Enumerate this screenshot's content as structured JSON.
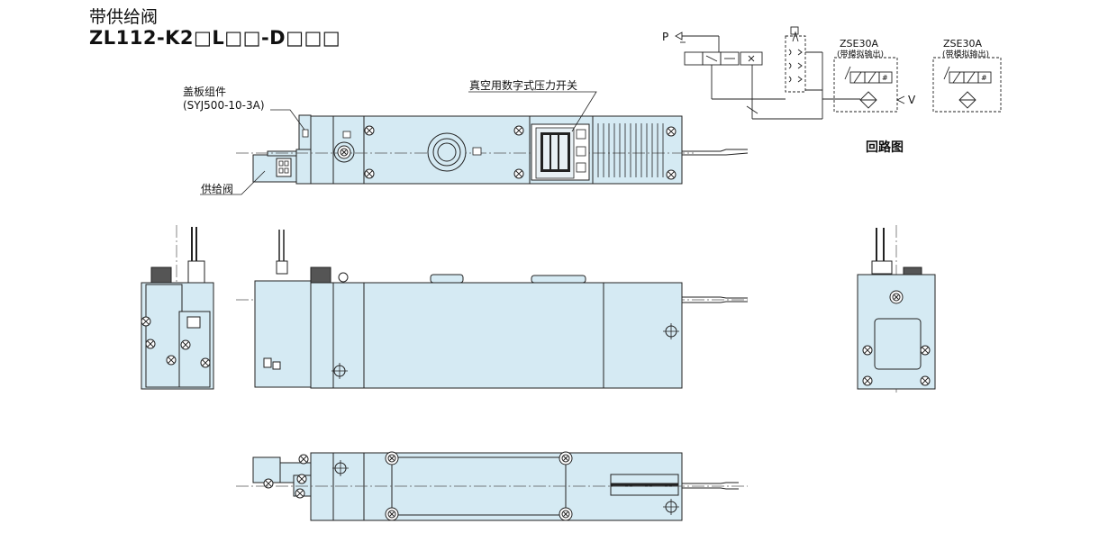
{
  "title_zh": "带供给阀",
  "model": "ZL112-K2□L□□-D□□□",
  "labels": {
    "cover_plate": "盖板组件",
    "cover_plate_part": "(SYJ500-10-3A)",
    "vacuum_switch": "真空用数字式压力开关",
    "supply_valve": "供给阀"
  },
  "circuit": {
    "title": "回路图",
    "port_p": "P",
    "port_v": "V",
    "switch_model": "ZSE30A",
    "switch_note": "(带模拟输出)",
    "hash": "#"
  },
  "colors": {
    "body_fill": "#d5eaf3",
    "line": "#222222",
    "center_line": "#555555"
  }
}
